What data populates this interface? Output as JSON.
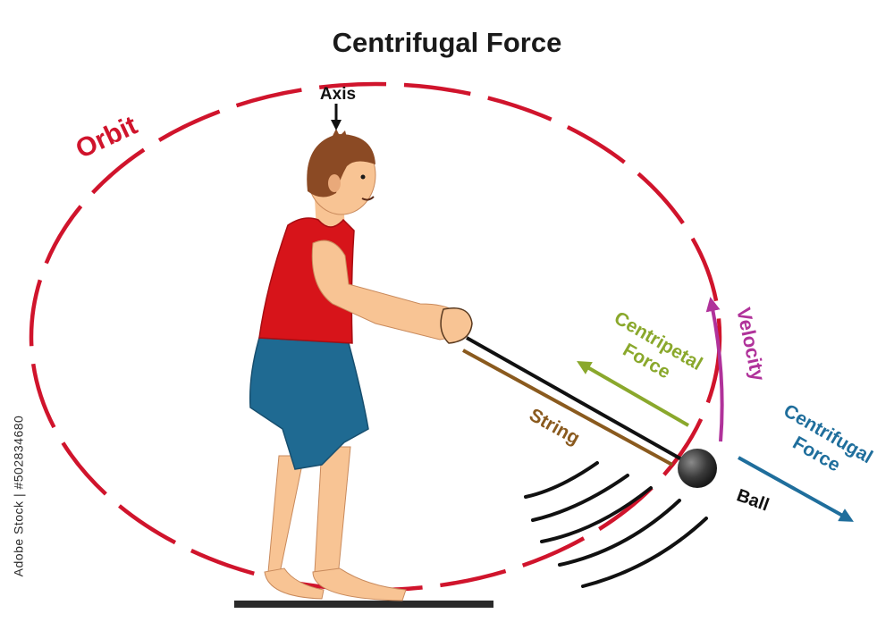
{
  "title": "Centrifugal Force",
  "labels": {
    "orbit": "Orbit",
    "axis": "Axis",
    "velocity": "Velocity",
    "centripetal_line1": "Centripetal",
    "centripetal_line2": "Force",
    "centrifugal_line1": "Centrifugal",
    "centrifugal_line2": "Force",
    "string": "String",
    "ball": "Ball"
  },
  "stock_id": "Adobe Stock | #502834680",
  "colors": {
    "title": "#1a1a1a",
    "orbit": "#d0142c",
    "velocity": "#b0329a",
    "centripetal": "#8aa82c",
    "centrifugal": "#1f6e9c",
    "string": "#8a5a1e",
    "shirt": "#d7141a",
    "shorts": "#1f6a92",
    "skin": "#f8c494",
    "hair": "#8b4a24",
    "ball": "#3a3a3a"
  },
  "icons": [
    "axis-arrow-icon",
    "centripetal-arrow-icon",
    "centrifugal-arrow-icon",
    "velocity-arrow-icon"
  ]
}
